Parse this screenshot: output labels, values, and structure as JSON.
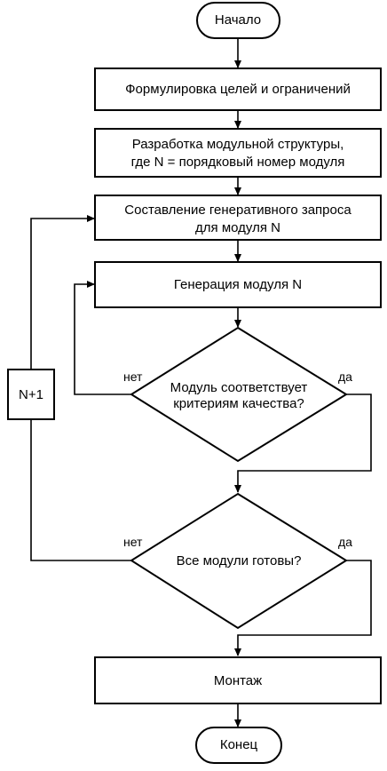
{
  "flowchart": {
    "start": "Начало",
    "step1": "Формулировка целей и ограничений",
    "step2_line1": "Разработка модульной структуры,",
    "step2_line2": "где N = порядковый номер модуля",
    "step3_line1": "Составление генеративного запроса",
    "step3_line2": "для модуля N",
    "step4": "Генерация модуля N",
    "decision1_line1": "Модуль соответствует",
    "decision1_line2": "критериям качества?",
    "decision1_no": "нет",
    "decision1_yes": "да",
    "counter": "N+1",
    "decision2": "Все модули готовы?",
    "decision2_no": "нет",
    "decision2_yes": "да",
    "step5": "Монтаж",
    "end": "Конец"
  }
}
